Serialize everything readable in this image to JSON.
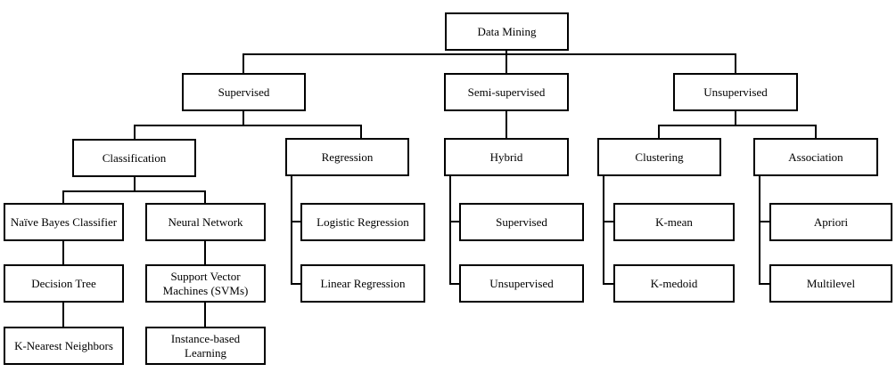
{
  "diagram": {
    "type": "hierarchy-tree",
    "title": "Data Mining",
    "colors": {
      "line": "#000000",
      "box_fill": "#ffffff",
      "text": "#000000"
    },
    "nodes": {
      "root": "Data Mining",
      "level2": {
        "supervised": "Supervised",
        "semi_supervised": "Semi-supervised",
        "unsupervised": "Unsupervised"
      },
      "level3": {
        "classification": "Classification",
        "regression": "Regression",
        "hybrid": "Hybrid",
        "clustering": "Clustering",
        "association": "Association"
      },
      "classification_children": [
        "Naïve Bayes Classifier",
        "Decision Tree",
        "K-Nearest Neighbors"
      ],
      "classification_children_right": [
        "Neural Network",
        "Support Vector Machines (SVMs)",
        "Instance-based Learning"
      ],
      "regression_children": [
        "Logistic Regression",
        "Linear Regression"
      ],
      "hybrid_children": [
        "Supervised",
        "Unsupervised"
      ],
      "clustering_children": [
        "K-mean",
        "K-medoid"
      ],
      "association_children": [
        "Apriori",
        "Multilevel"
      ]
    },
    "edges": [
      {
        "from": "Data Mining",
        "to": "Supervised"
      },
      {
        "from": "Data Mining",
        "to": "Semi-supervised"
      },
      {
        "from": "Data Mining",
        "to": "Unsupervised"
      },
      {
        "from": "Supervised",
        "to": "Classification"
      },
      {
        "from": "Supervised",
        "to": "Regression"
      },
      {
        "from": "Semi-supervised",
        "to": "Hybrid"
      },
      {
        "from": "Unsupervised",
        "to": "Clustering"
      },
      {
        "from": "Unsupervised",
        "to": "Association"
      },
      {
        "from": "Classification",
        "to": "Naïve Bayes Classifier"
      },
      {
        "from": "Classification",
        "to": "Neural Network"
      },
      {
        "from": "Naïve Bayes Classifier",
        "to": "Decision Tree"
      },
      {
        "from": "Decision Tree",
        "to": "K-Nearest Neighbors"
      },
      {
        "from": "Neural Network",
        "to": "Support Vector Machines (SVMs)"
      },
      {
        "from": "Support Vector Machines (SVMs)",
        "to": "Instance-based Learning"
      },
      {
        "from": "Regression",
        "to": "Logistic Regression"
      },
      {
        "from": "Regression",
        "to": "Linear Regression"
      },
      {
        "from": "Hybrid",
        "to": "Supervised"
      },
      {
        "from": "Hybrid",
        "to": "Unsupervised"
      },
      {
        "from": "Clustering",
        "to": "K-mean"
      },
      {
        "from": "Clustering",
        "to": "K-medoid"
      },
      {
        "from": "Association",
        "to": "Apriori"
      },
      {
        "from": "Association",
        "to": "Multilevel"
      }
    ]
  }
}
